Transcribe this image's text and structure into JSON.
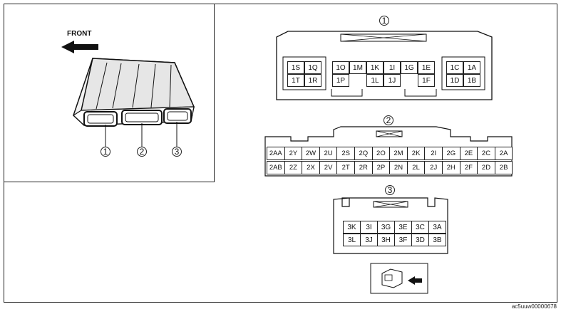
{
  "front_label": "FRONT",
  "caption": "ac5uuw00000678",
  "callouts": [
    "1",
    "2",
    "3"
  ],
  "connector1": {
    "left_block": [
      "1S",
      "1Q",
      "1T",
      "1R"
    ],
    "middle_top": [
      "1O",
      "1M",
      "1K",
      "1I",
      "1G",
      "1E"
    ],
    "middle_bottom": [
      "1P",
      "1L",
      "1J",
      "1F"
    ],
    "right_block": [
      "1C",
      "1A",
      "1D",
      "1B"
    ]
  },
  "connector2": {
    "top": [
      "2AA",
      "2Y",
      "2W",
      "2U",
      "2S",
      "2Q",
      "2O",
      "2M",
      "2K",
      "2I",
      "2G",
      "2E",
      "2C",
      "2A"
    ],
    "bottom": [
      "2AB",
      "2Z",
      "2X",
      "2V",
      "2T",
      "2R",
      "2P",
      "2N",
      "2L",
      "2J",
      "2H",
      "2F",
      "2D",
      "2B"
    ]
  },
  "connector3": {
    "top": [
      "3K",
      "3I",
      "3G",
      "3E",
      "3C",
      "3A"
    ],
    "bottom": [
      "3L",
      "3J",
      "3H",
      "3F",
      "3D",
      "3B"
    ]
  }
}
